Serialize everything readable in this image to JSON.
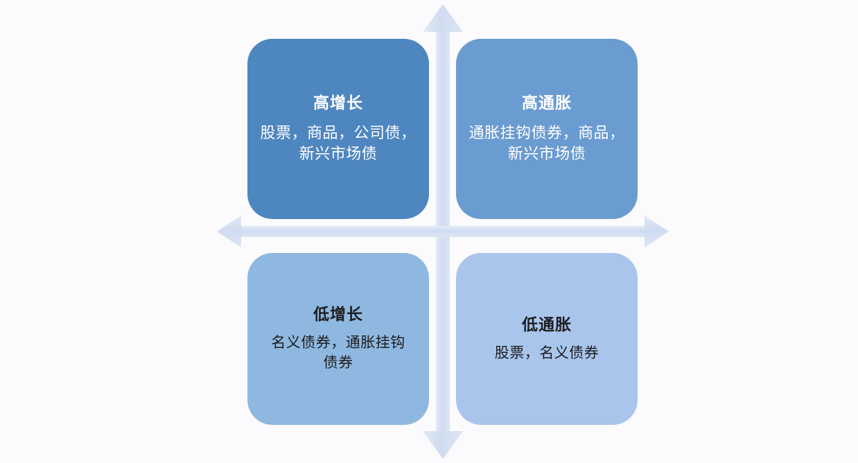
{
  "diagram": {
    "type": "two-axis quadrant matrix",
    "background_color": "#fbfafc",
    "axis": {
      "color": "#d3dff0",
      "vertical_arrow_up_name": "axis-arrow-up",
      "vertical_arrow_down_name": "axis-arrow-down",
      "horizontal_arrow_left_name": "axis-arrow-left",
      "horizontal_arrow_right_name": "axis-arrow-right"
    },
    "quadrants": [
      {
        "id": "high-growth",
        "position": "top-left",
        "title": "高增长",
        "body": "股票，商品，公司债，新兴市场债",
        "fill": "#4e86c0",
        "text_color": "#ffffff"
      },
      {
        "id": "high-inflation",
        "position": "top-right",
        "title": "高通胀",
        "body": "通胀挂钩债券，商品，新兴市场债",
        "fill": "#6a9bd1",
        "text_color": "#ffffff"
      },
      {
        "id": "low-growth",
        "position": "bottom-left",
        "title": "低增长",
        "body": "名义债券，通胀挂钩债券",
        "fill": "#8fb8e0",
        "text_color": "#1d1d1f"
      },
      {
        "id": "low-inflation",
        "position": "bottom-right",
        "title": "低通胀",
        "body": "股票，名义债券",
        "fill": "#a9c5ec",
        "text_color": "#1d1d1f"
      }
    ]
  }
}
